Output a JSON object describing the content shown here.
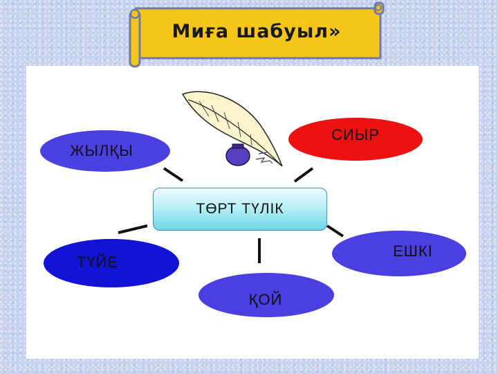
{
  "header": {
    "title": "Миға шабуыл»"
  },
  "diagram": {
    "center_label": "ТӨРТ ТҮЛІК",
    "nodes": {
      "zhylqy": {
        "label": "ЖЫЛҚЫ",
        "color": "#4a3fe0"
      },
      "siyr": {
        "label": "СИЫР",
        "color": "#ee1111"
      },
      "tuie": {
        "label": "ТҮЙЕ",
        "color": "#1313d6"
      },
      "qoi": {
        "label": "ҚОЙ",
        "color": "#4a3fe0"
      },
      "eshki": {
        "label": "ЕШКІ",
        "color": "#4a3fe0"
      }
    }
  },
  "colors": {
    "scroll": "#f5c518",
    "panel": "#ffffff",
    "center_box": "#8fe3ef"
  },
  "icons": {
    "decoration": "quill-inkwell-icon"
  }
}
